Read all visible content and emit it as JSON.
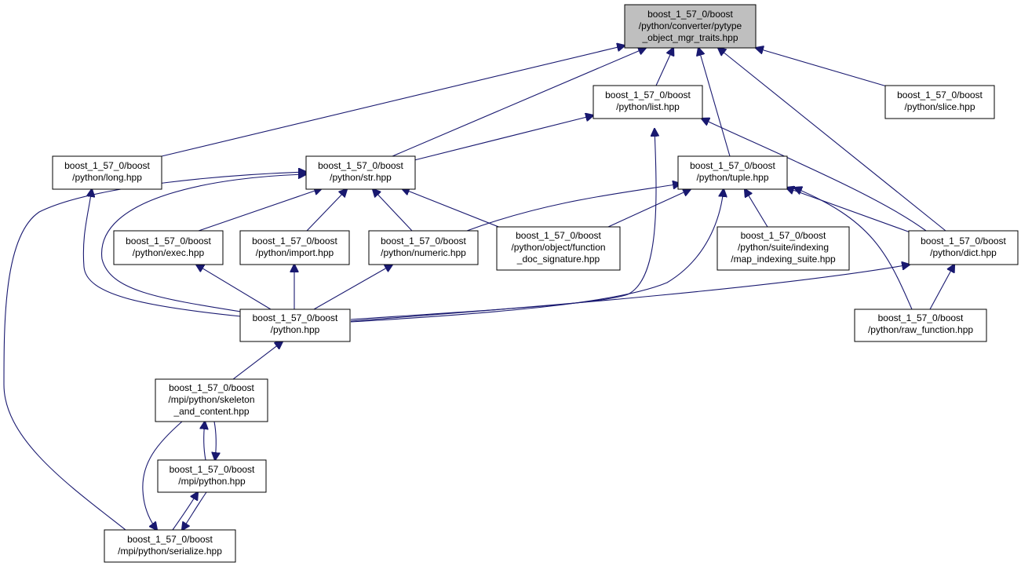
{
  "colors": {
    "edge": "#191970",
    "root_fill": "#bfbfbf",
    "node_fill": "#ffffff",
    "border": "#000000"
  },
  "nodes": {
    "root": {
      "lines": [
        "boost_1_57_0/boost",
        "/python/converter/pytype",
        "_object_mgr_traits.hpp"
      ]
    },
    "list": {
      "lines": [
        "boost_1_57_0/boost",
        "/python/list.hpp"
      ]
    },
    "slice": {
      "lines": [
        "boost_1_57_0/boost",
        "/python/slice.hpp"
      ]
    },
    "long": {
      "lines": [
        "boost_1_57_0/boost",
        "/python/long.hpp"
      ]
    },
    "str": {
      "lines": [
        "boost_1_57_0/boost",
        "/python/str.hpp"
      ]
    },
    "tuple": {
      "lines": [
        "boost_1_57_0/boost",
        "/python/tuple.hpp"
      ]
    },
    "exec": {
      "lines": [
        "boost_1_57_0/boost",
        "/python/exec.hpp"
      ]
    },
    "import": {
      "lines": [
        "boost_1_57_0/boost",
        "/python/import.hpp"
      ]
    },
    "numeric": {
      "lines": [
        "boost_1_57_0/boost",
        "/python/numeric.hpp"
      ]
    },
    "fdoc": {
      "lines": [
        "boost_1_57_0/boost",
        "/python/object/function",
        "_doc_signature.hpp"
      ]
    },
    "mapidx": {
      "lines": [
        "boost_1_57_0/boost",
        "/python/suite/indexing",
        "/map_indexing_suite.hpp"
      ]
    },
    "dict": {
      "lines": [
        "boost_1_57_0/boost",
        "/python/dict.hpp"
      ]
    },
    "python": {
      "lines": [
        "boost_1_57_0/boost",
        "/python.hpp"
      ]
    },
    "rawfn": {
      "lines": [
        "boost_1_57_0/boost",
        "/python/raw_function.hpp"
      ]
    },
    "skeleton": {
      "lines": [
        "boost_1_57_0/boost",
        "/mpi/python/skeleton",
        "_and_content.hpp"
      ]
    },
    "mpipython": {
      "lines": [
        "boost_1_57_0/boost",
        "/mpi/python.hpp"
      ]
    },
    "serialize": {
      "lines": [
        "boost_1_57_0/boost",
        "/mpi/python/serialize.hpp"
      ]
    }
  }
}
